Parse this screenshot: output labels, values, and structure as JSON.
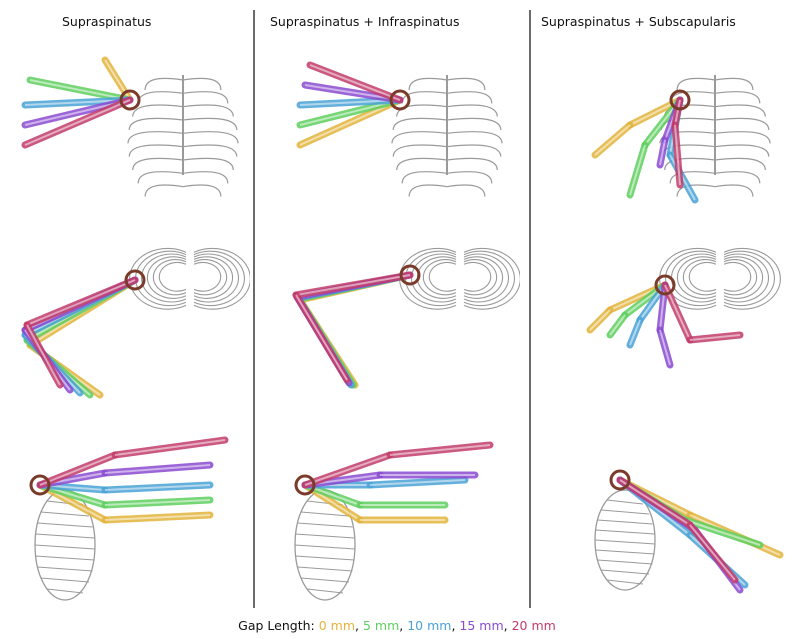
{
  "columns": [
    {
      "title": "Supraspinatus"
    },
    {
      "title": "Supraspinatus + Infraspinatus"
    },
    {
      "title": "Supraspinatus + Subscapularis"
    }
  ],
  "legend": {
    "label": "Gap Length:",
    "entries": [
      {
        "text": "0 mm",
        "color": "#e2b43c"
      },
      {
        "text": "5 mm",
        "color": "#5fcf5f"
      },
      {
        "text": "10 mm",
        "color": "#4aa3d6"
      },
      {
        "text": "15 mm",
        "color": "#8a4bd1"
      },
      {
        "text": "20 mm",
        "color": "#c23b6a"
      }
    ],
    "separator": ", "
  },
  "colors": {
    "bone_outline": "#9a9a9a",
    "divider": "#6b6b6b"
  }
}
